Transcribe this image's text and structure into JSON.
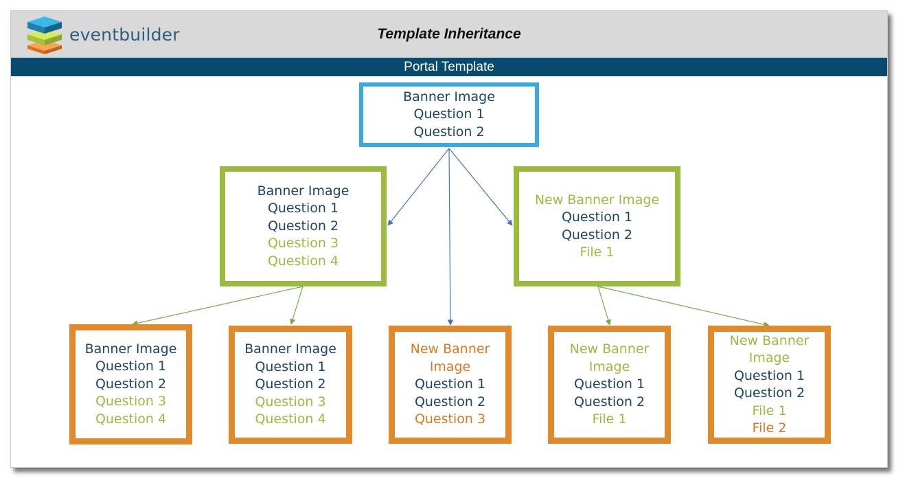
{
  "brand": "eventbuilder",
  "title": "Template Inheritance",
  "bar_label": "Portal Template",
  "colors": {
    "navy": "#1c4565",
    "green": "#9bbb3e",
    "orange": "#d8781f",
    "blue": "#3aaadd",
    "bar": "#074a6e"
  },
  "nodes": [
    {
      "id": "portal",
      "lines": [
        {
          "text": "Banner Image",
          "tone": "navy"
        },
        {
          "text": "Question 1",
          "tone": "navy"
        },
        {
          "text": "Question 2",
          "tone": "navy"
        }
      ]
    },
    {
      "id": "mid-left",
      "lines": [
        {
          "text": "Banner Image",
          "tone": "navy"
        },
        {
          "text": "Question 1",
          "tone": "navy"
        },
        {
          "text": "Question 2",
          "tone": "navy"
        },
        {
          "text": "Question 3",
          "tone": "green"
        },
        {
          "text": "Question 4",
          "tone": "green"
        }
      ]
    },
    {
      "id": "mid-right",
      "lines": [
        {
          "text": "New Banner Image",
          "tone": "green"
        },
        {
          "text": "Question 1",
          "tone": "navy"
        },
        {
          "text": "Question 2",
          "tone": "navy"
        },
        {
          "text": "File 1",
          "tone": "green"
        }
      ]
    },
    {
      "id": "bottom-1",
      "lines": [
        {
          "text": "Banner Image",
          "tone": "navy"
        },
        {
          "text": "Question 1",
          "tone": "navy"
        },
        {
          "text": "Question 2",
          "tone": "navy"
        },
        {
          "text": "Question 3",
          "tone": "green"
        },
        {
          "text": "Question 4",
          "tone": "green"
        }
      ]
    },
    {
      "id": "bottom-2",
      "lines": [
        {
          "text": "Banner Image",
          "tone": "navy"
        },
        {
          "text": "Question 1",
          "tone": "navy"
        },
        {
          "text": "Question 2",
          "tone": "navy"
        },
        {
          "text": "Question 3",
          "tone": "green"
        },
        {
          "text": "Question 4",
          "tone": "green"
        }
      ]
    },
    {
      "id": "bottom-3",
      "lines": [
        {
          "text": "New Banner",
          "tone": "orange"
        },
        {
          "text": "Image",
          "tone": "orange"
        },
        {
          "text": "Question 1",
          "tone": "navy"
        },
        {
          "text": "Question 2",
          "tone": "navy"
        },
        {
          "text": "Question 3",
          "tone": "orange"
        }
      ]
    },
    {
      "id": "bottom-4",
      "lines": [
        {
          "text": "New Banner",
          "tone": "green"
        },
        {
          "text": "Image",
          "tone": "green"
        },
        {
          "text": "Question 1",
          "tone": "navy"
        },
        {
          "text": "Question 2",
          "tone": "navy"
        },
        {
          "text": "File 1",
          "tone": "green"
        }
      ]
    },
    {
      "id": "bottom-5",
      "lines": [
        {
          "text": "New Banner",
          "tone": "green"
        },
        {
          "text": "Image",
          "tone": "green"
        },
        {
          "text": "Question 1",
          "tone": "navy"
        },
        {
          "text": "Question 2",
          "tone": "navy"
        },
        {
          "text": "File 1",
          "tone": "green"
        },
        {
          "text": "File 2",
          "tone": "orange"
        }
      ]
    }
  ]
}
